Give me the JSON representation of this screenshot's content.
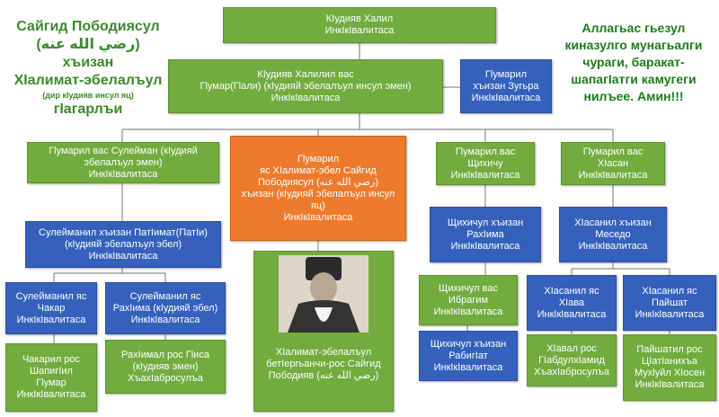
{
  "left_text": {
    "line1": "Сайгид Пободиясул",
    "line2": "(رضي الله عنه) хъизан",
    "line3": "ХIалимат-эбелалъул",
    "line4": "(дир кIудияв инсул яц)",
    "line5": "гIагарлъи"
  },
  "right_text": {
    "line1": "Аллагьас гьезул",
    "line2": "киназулго мунагьалги",
    "line3": "чураги, баракат-",
    "line4": "шапагIатги камугеги",
    "line5": "нилъее. Амин!!!"
  },
  "nodes": {
    "n1": {
      "lines": [
        "КIудияв Халил",
        "ИнкIкIвалитаса"
      ]
    },
    "n2": {
      "lines": [
        "КIудияв Халилил вас",
        "Гlумар(Гlали) (кIудияй эбелалъул инсул эмен)",
        "ИнкIкIвалитаса"
      ]
    },
    "n3": {
      "lines": [
        "Гlумарил",
        "хъизан Зугьра",
        "ИнкIкIвалитаса"
      ]
    },
    "n4": {
      "lines": [
        "Гlумарил вас Сулейман (кIудияй",
        "эбелалъул эмен)",
        "ИнкIкIвалитаса"
      ]
    },
    "n5": {
      "lines": [
        "Гlумарил",
        "яс ХIалимат-эбел Сайгид",
        "Пободиясул (رضي الله عنه)",
        "хъизан (кIудияй эбелалъул инсул",
        "яц)",
        "ИнкIкIвалитаса"
      ]
    },
    "n6": {
      "lines": [
        "Гlумарил вас",
        "Щихичу",
        "ИнкIкIвалитаса"
      ]
    },
    "n7": {
      "lines": [
        "Гlумарил вас",
        "ХIасан",
        "ИнкIкIвалитаса"
      ]
    },
    "n8": {
      "lines": [
        "Сулейманил хъизан ПатIимат(ПатIи)",
        "(кIудияй эбелалъул эбел)",
        "ИнкIкIвалитаса"
      ]
    },
    "n9": {
      "lines": [
        "ХIалимат-эбелалъул",
        "бетIергьанчи-рос Сайгид",
        "Пободияв (رضي الله عنه)"
      ]
    },
    "n10": {
      "lines": [
        "Щихичул хъизан",
        "РахIима",
        "ИнкIкIвалитаса"
      ]
    },
    "n11": {
      "lines": [
        "ХIасанил хъизан",
        "Меседо",
        "ИнкIкIвалитаса"
      ]
    },
    "n12": {
      "lines": [
        "Сулейманил яс",
        "Чакар",
        "ИнкIкIвалитаса"
      ]
    },
    "n13": {
      "lines": [
        "Сулейманил яс",
        "РахIима (кIудияй эбел)",
        "ИнкIкIвалитаса"
      ]
    },
    "n14": {
      "lines": [
        "Щихичул вас",
        "Ибрагим",
        "ИнкIкIвалитаса"
      ]
    },
    "n15": {
      "lines": [
        "ХIасанил яс",
        "ХIава",
        "ИнкIкIвалитаса"
      ]
    },
    "n16": {
      "lines": [
        "ХIасанил яс",
        "Пайшат",
        "ИнкIкIвалитаса"
      ]
    },
    "n17": {
      "lines": [
        "Чакарил рос",
        "ШапигIил",
        "Гlумар",
        "ИнкIкIвалитаса"
      ]
    },
    "n18": {
      "lines": [
        "РахIимал рос Гlиса",
        "(кIудияв эмен)",
        "ХъахIабросулъа"
      ]
    },
    "n19": {
      "lines": [
        "Щихичул хъизан",
        "РабигIат",
        "ИнкIкIвалитаса"
      ]
    },
    "n20": {
      "lines": [
        "ХIавал рос",
        "ГIабдулхIамид",
        "ХъахIабросулъа"
      ]
    },
    "n21": {
      "lines": [
        "Пайшатил рос",
        "ЦIатIанихъа",
        "Мухlуйл ХIосен",
        "ИнкIкIвалитаса"
      ]
    }
  },
  "colors": {
    "green": "#72ac3f",
    "blue": "#3561bd",
    "orange": "#ed7a2d",
    "connector": "#8c8c8c"
  }
}
